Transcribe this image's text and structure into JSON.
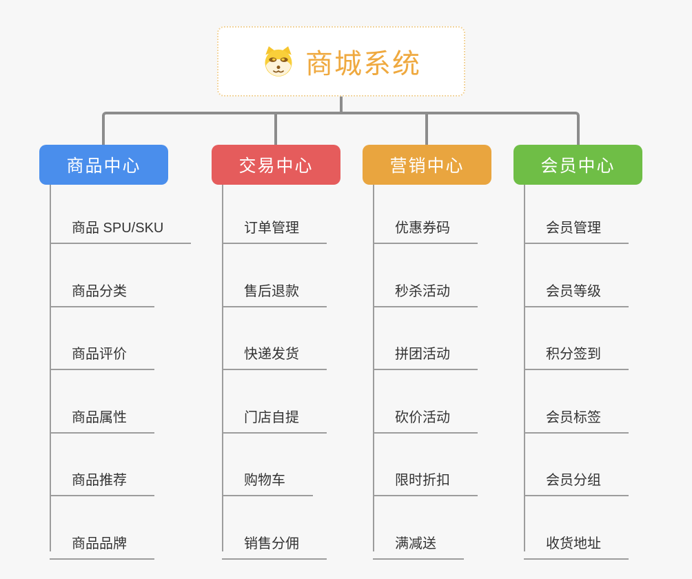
{
  "root": {
    "title": "商城系统",
    "icon": "dog-face-icon"
  },
  "theme": {
    "background": "#f7f7f7",
    "connector_color": "#8c8c8c",
    "leaf_line_color": "#9c9c9c",
    "leaf_text_color": "#333333",
    "root_accent_color": "#efa93f",
    "root_border_color": "#f2d49c"
  },
  "branches": [
    {
      "label": "商品中心",
      "color": "#4a8eec",
      "items": [
        "商品 SPU/SKU",
        "商品分类",
        "商品评价",
        "商品属性",
        "商品推荐",
        "商品品牌"
      ]
    },
    {
      "label": "交易中心",
      "color": "#e55c5c",
      "items": [
        "订单管理",
        "售后退款",
        "快递发货",
        "门店自提",
        "购物车",
        "销售分佣"
      ]
    },
    {
      "label": "营销中心",
      "color": "#e9a53f",
      "items": [
        "优惠券码",
        "秒杀活动",
        "拼团活动",
        "砍价活动",
        "限时折扣",
        "满减送"
      ]
    },
    {
      "label": "会员中心",
      "color": "#6fbe46",
      "items": [
        "会员管理",
        "会员等级",
        "积分签到",
        "会员标签",
        "会员分组",
        "收货地址"
      ]
    }
  ]
}
